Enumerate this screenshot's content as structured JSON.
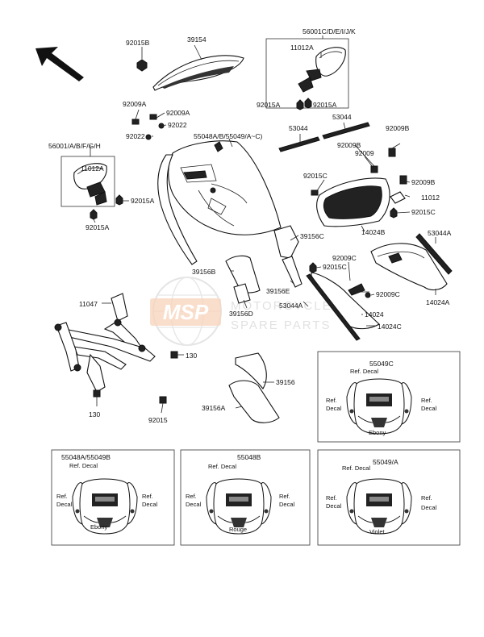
{
  "diagram": {
    "watermark": {
      "logo": "MSP",
      "line1": "MOTORCYCLE",
      "line2": "SPARE PARTS"
    },
    "parts": {
      "p92015B": "92015B",
      "p39154": "39154",
      "p56001C": "56001C/D/E/I/J/K",
      "p11012A_top": "11012A",
      "p92009A_1": "92009A",
      "p92009A_2": "92009A",
      "p92022_1": "92022",
      "p92022_2": "92022",
      "p92015A_l": "92015A",
      "p92015A_r": "92015A",
      "p53044_1": "53044",
      "p53044_2": "53044",
      "p92009B_top": "92009B",
      "p55048A": "55048A/B/55049/A~C)",
      "p56001A": "56001/A/B/F/G/H",
      "p11012A_left": "11012A",
      "p92015A_left": "92015A",
      "p92015A_left2": "92015A",
      "p92009B_mid": "92009B",
      "p92009_mid": "92009",
      "p92015C_1": "92015C",
      "p92009B_r": "92009B",
      "p11012": "11012",
      "p92015C_2": "92015C",
      "p14024B": "14024B",
      "p53044A": "53044A",
      "p39156C": "39156C",
      "p92009C_1": "92009C",
      "p92015C_3": "92015C",
      "p39156B": "39156B",
      "p39156E": "39156E",
      "p92009C_2": "92009C",
      "p11047": "11047",
      "p39156D": "39156D",
      "p53044A_2": "53044A",
      "p14024": "14024",
      "p14024A": "14024A",
      "p14024C": "14024C",
      "p130_1": "130",
      "p39156": "39156",
      "p39156A": "39156A",
      "p130_2": "130",
      "p92015": "92015"
    },
    "insets": {
      "c": {
        "code": "55049C",
        "ref_top": "Ref. Decal",
        "ref_left": "Ref.\nDecal",
        "ref_right": "Ref.\nDecal",
        "color": "Ebony"
      },
      "a": {
        "code": "55048A/55049B",
        "ref_top": "Ref. Decal",
        "ref_left": "Ref.\nDecal",
        "ref_right": "Ref.\nDecal",
        "color": "Ebony"
      },
      "b": {
        "code": "55048B",
        "ref_top": "Ref. Decal",
        "ref_left": "Ref.\nDecal",
        "ref_right": "Ref.\nDecal",
        "color": "Rouge"
      },
      "d": {
        "code": "55049/A",
        "ref_top": "Ref. Decal",
        "ref_left": "Ref.\nDecal",
        "ref_right": "Ref.\nDecal",
        "color": "Violet"
      }
    }
  }
}
